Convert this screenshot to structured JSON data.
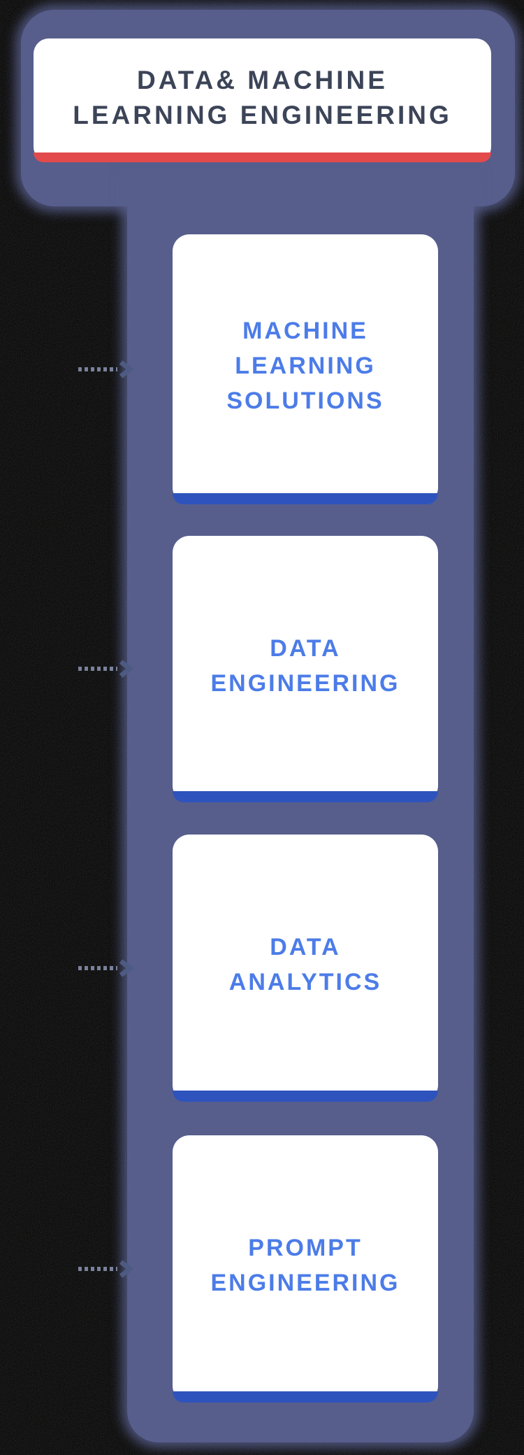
{
  "title_card": {
    "line1": "DATA& MACHINE",
    "line2": "LEARNING ENGINEERING"
  },
  "cards": [
    {
      "arrow": "dotted-right-arrow-icon",
      "lines": [
        "MACHINE",
        "LEARNING",
        "SOLUTIONS"
      ]
    },
    {
      "arrow": "dotted-right-arrow-icon",
      "lines": [
        "DATA",
        "ENGINEERING"
      ]
    },
    {
      "arrow": "dotted-right-arrow-icon",
      "lines": [
        "DATA",
        "ANALYTICS"
      ]
    },
    {
      "arrow": "dotted-right-arrow-icon",
      "lines": [
        "PROMPT",
        "ENGINEERING"
      ]
    }
  ],
  "colors": {
    "background": "#000000",
    "shape_purple": "#575e8c",
    "card_white": "#ffffff",
    "title_text": "#3c4458",
    "accent_red": "#e24a4c",
    "card_text_blue": "#4c7ce8",
    "accent_blue_bar": "#2e53bd",
    "arrow_dots": "#79819a",
    "arrow_head": "#4d5a82"
  }
}
